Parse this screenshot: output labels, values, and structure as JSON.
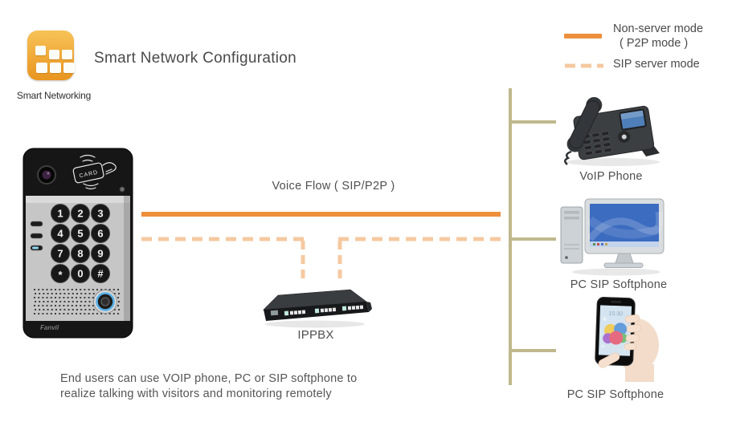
{
  "colors": {
    "p2p_orange": "#ee8f3c",
    "sip_peach": "#f5c9a0",
    "net_khaki": "#bfb88c",
    "icon_amber": "#f0a938"
  },
  "header": {
    "title": "Smart Network Configuration",
    "icon_caption": "Smart Networking"
  },
  "legend": {
    "nonserver_line1": "Non-server mode",
    "nonserver_line2": "( P2P mode )",
    "sip_label": "SIP server mode"
  },
  "flow": {
    "label": "Voice Flow ( SIP/P2P )"
  },
  "devices": {
    "ippbx_label": "IPPBX",
    "voip_label": "VoIP Phone",
    "pc_label": "PC SIP Softphone",
    "softphone_label": "PC SIP Softphone"
  },
  "door_phone": {
    "card_text": "CARD",
    "brand": "Fanvil",
    "keys": [
      "1",
      "2",
      "3",
      "4",
      "5",
      "6",
      "7",
      "8",
      "9",
      "*",
      "0",
      "#"
    ]
  },
  "smartphone": {
    "screen_time": "15:30"
  },
  "footer": {
    "line1": "End users can use VOIP phone, PC or SIP softphone to",
    "line2": "realize talking with visitors and monitoring remotely"
  }
}
